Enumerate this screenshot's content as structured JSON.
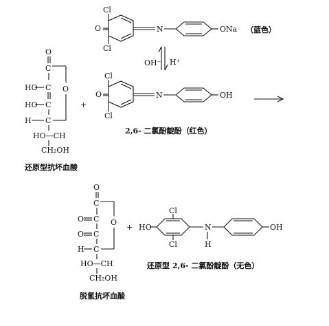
{
  "labels": {
    "Cl": "Cl",
    "O": "O",
    "N": "N",
    "H": "H",
    "HO": "HO",
    "OH": "OH",
    "ONa": "ONa",
    "C": "C",
    "CH2OH": "CH₂OH",
    "HO_CH": "HO—CH",
    "plus": "+",
    "OHminus": "OH⁻",
    "Hplus": "H⁺"
  },
  "captions": {
    "blue_note": "（蓝色）",
    "dcpip_red": "2,6- 二氯酚靛酚（红色）",
    "ascorbic_reduced": "还原型抗坏血酸",
    "dcpip_reduced": "还原型 2,6- 二氯酚靛酚（无色）",
    "dehydroascorbic": "脱氢抗坏血酸"
  }
}
